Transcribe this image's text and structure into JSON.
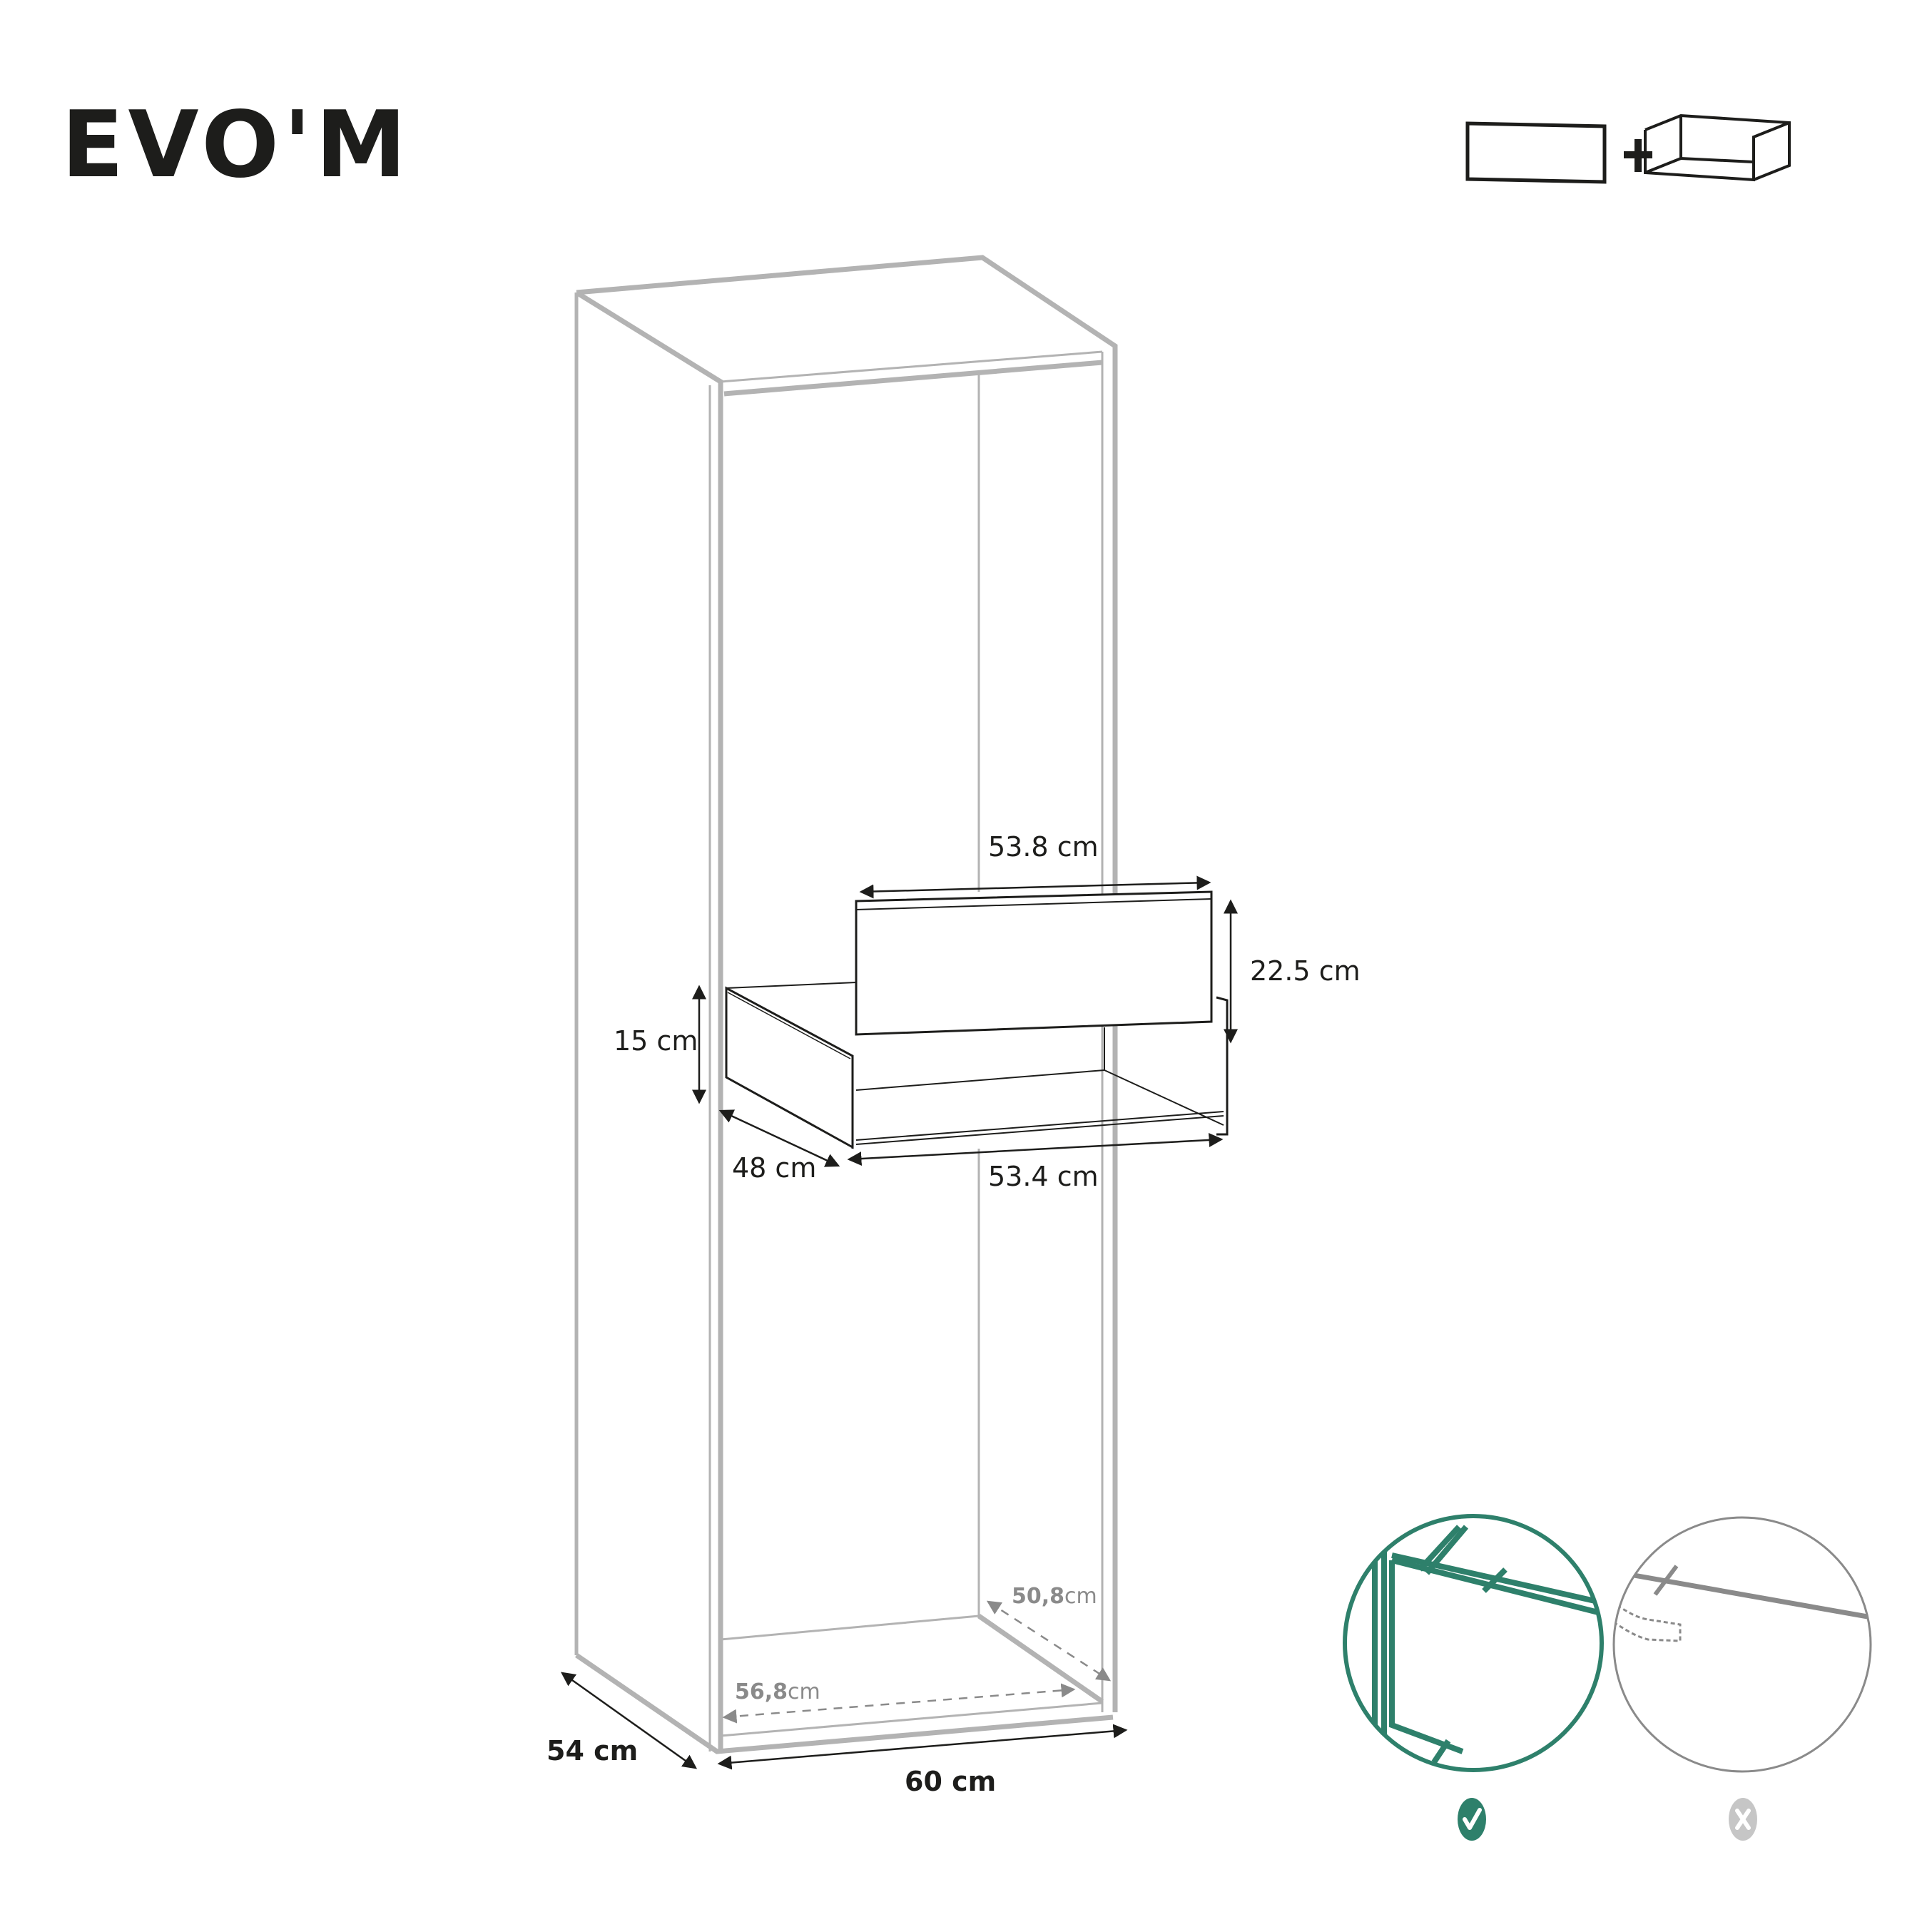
{
  "brand": {
    "logo_text": "EVO'M"
  },
  "legend": {
    "item_front_icon": "drawer-front-panel",
    "plus_symbol": "+",
    "item_box_icon": "drawer-box"
  },
  "cabinet": {
    "width_label": "60 cm",
    "depth_label": "54 cm",
    "inner_width_value": "56,8",
    "inner_width_unit": "cm",
    "inner_depth_value": "50,8",
    "inner_depth_unit": "cm"
  },
  "drawer": {
    "front_width_label": "53.8 cm",
    "front_height_label": "22.5 cm",
    "box_height_label": "15 cm",
    "box_depth_label": "48 cm",
    "box_width_label": "53.4 cm"
  },
  "compatibility": {
    "correct": {
      "icon": "check-icon",
      "color": "#2e806b"
    },
    "incorrect": {
      "icon": "cross-icon",
      "color": "#c6c6c6"
    }
  },
  "colors": {
    "line_dark": "#1d1d1b",
    "line_grey": "#b3b3b3",
    "accent_green": "#2e806b",
    "label_grey": "#8a8a8a"
  }
}
